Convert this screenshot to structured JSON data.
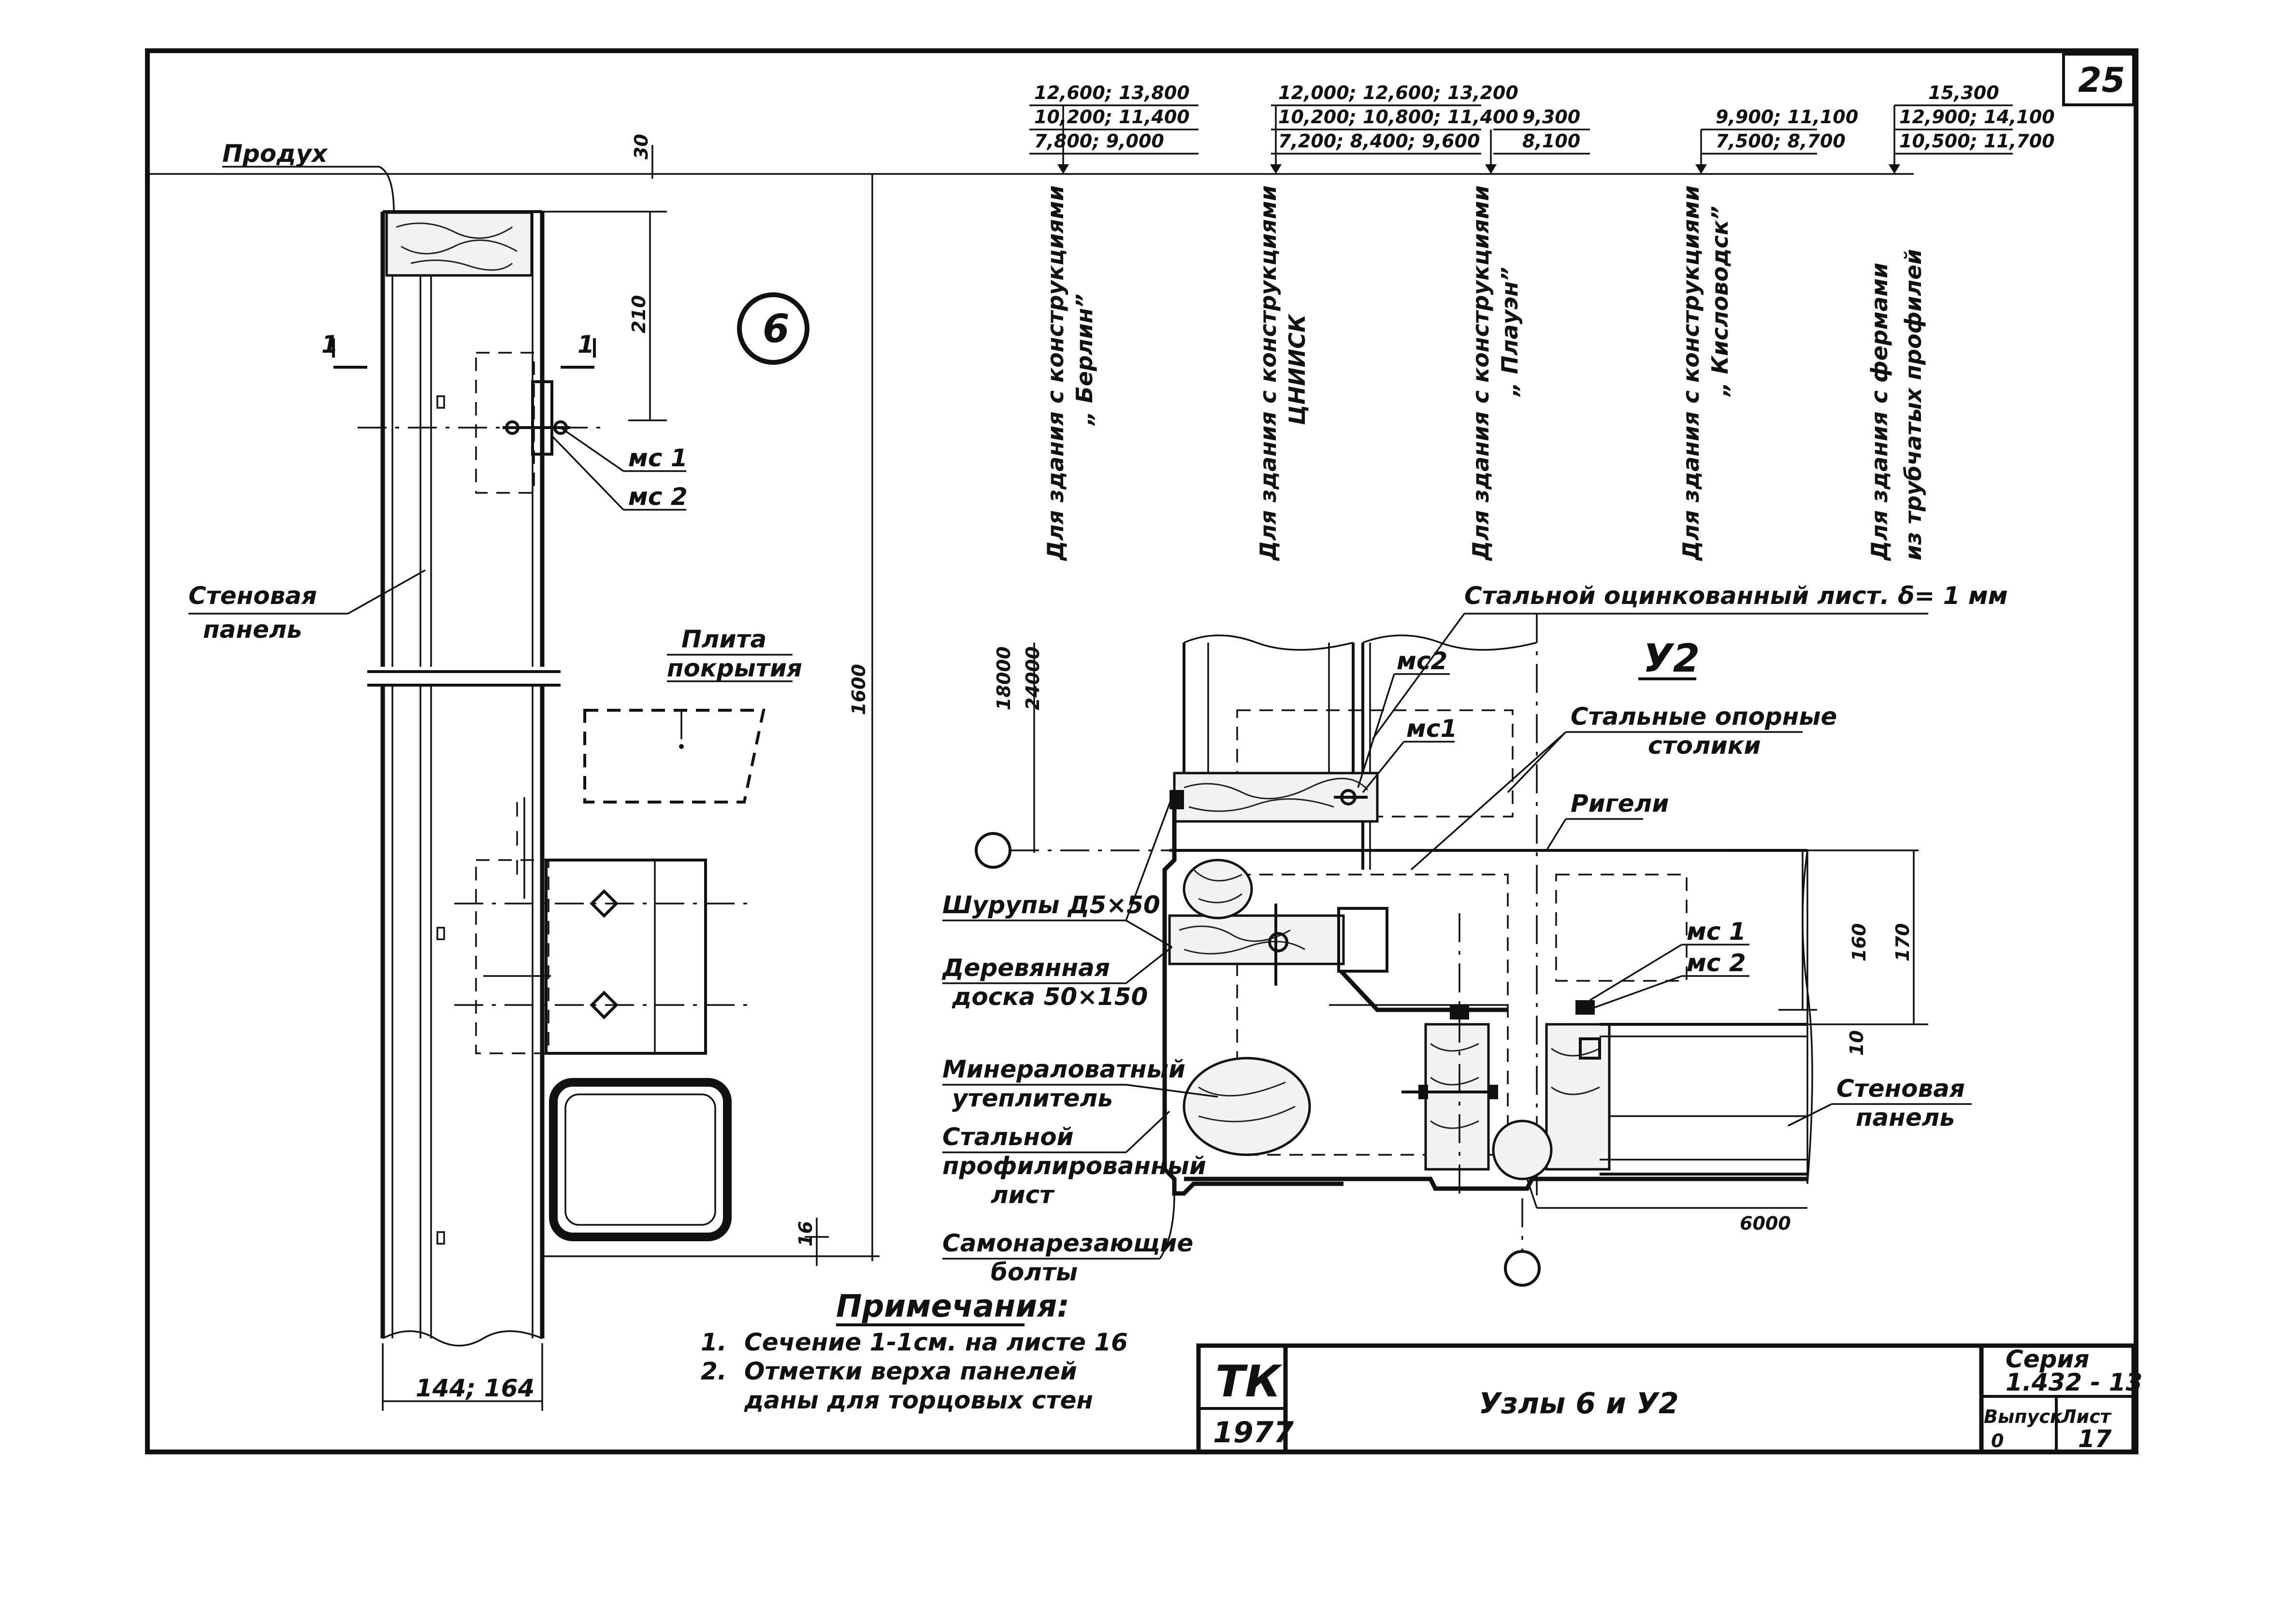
{
  "sheet_number": "25",
  "detail_number": "6",
  "left_view": {
    "vent_label": "Продух",
    "section_mark": "1",
    "dim_top": "30",
    "dim_210": "210",
    "dim_1600": "1600",
    "dim_16": "16",
    "dim_bottom": "144; 164",
    "wall_panel_label_1": "Стеновая",
    "wall_panel_label_2": "панель",
    "roof_slab_label_1": "Плита",
    "roof_slab_label_2": "покрытия",
    "mc1": "мс 1",
    "mc2": "мс 2"
  },
  "elevations": [
    {
      "rows": [
        "12,600;  13,800",
        "10,200;  11,400",
        "7,800;  9,000"
      ],
      "caption_1": "Для здания с конструкциями",
      "caption_2": "„ Берлин”"
    },
    {
      "rows": [
        "12,000; 12,600; 13,200",
        "10,200; 10,800; 11,400",
        "7,200;  8,400;  9,600"
      ],
      "caption_1": "Для здания  с конструкциями",
      "caption_2": "ЦНИИСК"
    },
    {
      "rows": [
        "9,300",
        "8,100"
      ],
      "caption_1": "Для здания  с конструкциями",
      "caption_2": "„ Плауэн”"
    },
    {
      "rows": [
        "9,900;  11,100",
        "7,500;  8,700"
      ],
      "caption_1": "Для здания  с конструкциями",
      "caption_2": "„ Кисловодск”"
    },
    {
      "rows": [
        "15,300",
        "12,900; 14,100",
        "10,500; 11,700"
      ],
      "caption_1": "Для здания  с фермами",
      "caption_2": "из трубчатых профилей"
    }
  ],
  "detail_y2": {
    "title": "У2",
    "galvanized_sheet": "Стальной  оцинкованный  лист.  δ= 1 мм",
    "mc2": "мс2",
    "mc1": "мс1",
    "steel_supports_1": "Стальные  опорные",
    "steel_supports_2": "столики",
    "girts": "Ригели",
    "screws": "Шурупы  Д5×50",
    "wood_board_1": "Деревянная",
    "wood_board_2": "доска  50×150",
    "mineral_wool_1": "Минераловатный",
    "mineral_wool_2": "утеплитель",
    "steel_profiled_1": "Стальной",
    "steel_profiled_2": "профилированный",
    "steel_profiled_3": "лист",
    "self_tapping_1": "Самонарезающие",
    "self_tapping_2": "болты",
    "wall_panel_1": "Стеновая",
    "wall_panel_2": "панель",
    "dim_18000": "18000",
    "dim_24000": "24000",
    "dim_160": "160",
    "dim_170": "170",
    "dim_10": "10",
    "dim_6000": "6000",
    "mc1_lower": "мс 1",
    "mc2_lower": "мс 2"
  },
  "notes": {
    "title": "Примечания:",
    "items": [
      {
        "num": "1.",
        "text": "Сечение  1-1см.  на  листе  16"
      },
      {
        "num": "2.",
        "text": "Отметки  верха  панелей"
      },
      {
        "num": "",
        "text": "даны  для  торцовых  стен"
      }
    ]
  },
  "title_block": {
    "org": "ТК",
    "year": "1977",
    "title": "Узлы  6  и  У2",
    "series_label": "Серия",
    "series_value": "1.432 - 13",
    "issue_label": "Выпуск",
    "issue_value": "0",
    "sheet_label": "Лист",
    "sheet_value": "17"
  }
}
